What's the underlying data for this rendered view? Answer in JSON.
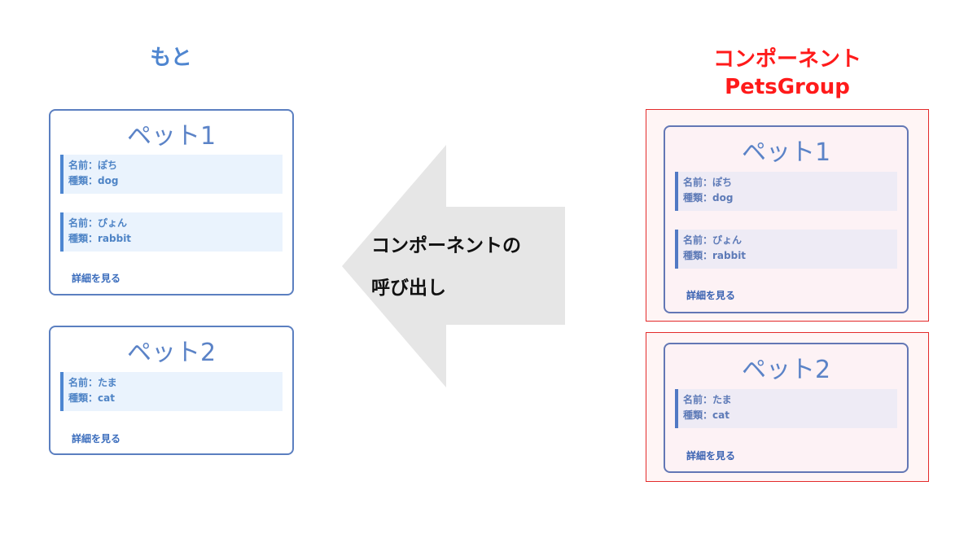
{
  "left": {
    "heading": "もと",
    "cards": [
      {
        "title": "ペット1",
        "pets": [
          {
            "name_line": "名前：ぽち",
            "type_line": "種類：dog"
          },
          {
            "name_line": "名前：ぴょん",
            "type_line": "種類：rabbit"
          }
        ],
        "link": "詳細を見る"
      },
      {
        "title": "ペット2",
        "pets": [
          {
            "name_line": "名前：たま",
            "type_line": "種類：cat"
          }
        ],
        "link": "詳細を見る"
      }
    ]
  },
  "arrow": {
    "line1": "コンポーネントの",
    "line2": "呼び出し"
  },
  "right": {
    "heading_line1": "コンポーネント",
    "heading_line2": "PetsGroup",
    "cards": [
      {
        "title": "ペット1",
        "pets": [
          {
            "name_line": "名前：ぽち",
            "type_line": "種類：dog"
          },
          {
            "name_line": "名前：ぴょん",
            "type_line": "種類：rabbit"
          }
        ],
        "link": "詳細を見る"
      },
      {
        "title": "ペット2",
        "pets": [
          {
            "name_line": "名前：たま",
            "type_line": "種類：cat"
          }
        ],
        "link": "詳細を見る"
      }
    ]
  },
  "colors": {
    "heading_left": "#4f86d0",
    "heading_right": "#ff1a1a",
    "group_border": "#e32b2b",
    "arrow_fill": "#e6e6e6"
  }
}
